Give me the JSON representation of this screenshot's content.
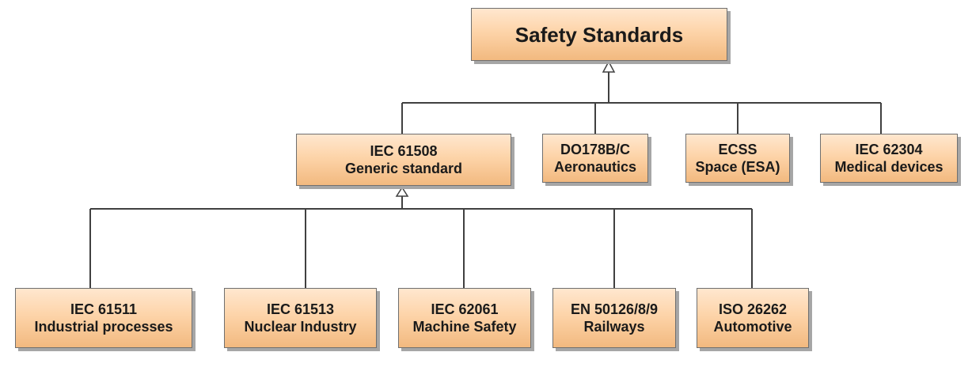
{
  "diagram": {
    "root": {
      "title": "Safety Standards"
    },
    "level1": [
      {
        "line1": "IEC 61508",
        "line2": "Generic standard"
      },
      {
        "line1": "DO178B/C",
        "line2": "Aeronautics"
      },
      {
        "line1": "ECSS",
        "line2": "Space (ESA)"
      },
      {
        "line1": "IEC 62304",
        "line2": "Medical devices"
      }
    ],
    "level2": [
      {
        "line1": "IEC 61511",
        "line2": "Industrial processes"
      },
      {
        "line1": "IEC 61513",
        "line2": "Nuclear Industry"
      },
      {
        "line1": "IEC 62061",
        "line2": "Machine Safety"
      },
      {
        "line1": "EN 50126/8/9",
        "line2": "Railways"
      },
      {
        "line1": "ISO 26262",
        "line2": "Automotive"
      }
    ]
  }
}
